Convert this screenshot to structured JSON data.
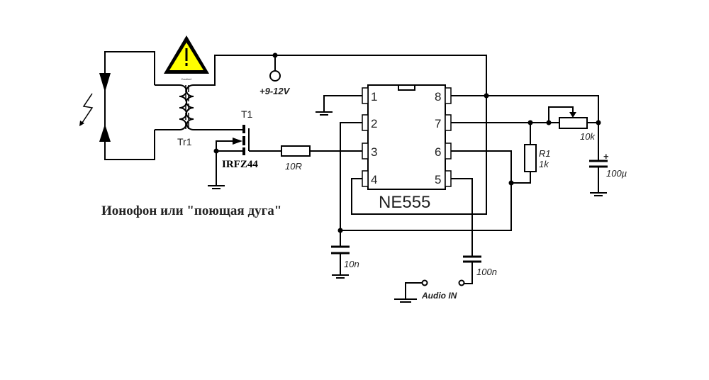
{
  "title": "Ионофон или \"поющая дуга\"",
  "warning": {
    "caption": "Caution!",
    "color": "#ffff00"
  },
  "supply": {
    "label": "+9-12V"
  },
  "transformer": {
    "label": "Tr1"
  },
  "transistor": {
    "ref": "T1",
    "part": "IRFZ44"
  },
  "gate_resistor": {
    "value": "10R"
  },
  "ic": {
    "part": "NE555",
    "pins": [
      "1",
      "2",
      "3",
      "4",
      "5",
      "6",
      "7",
      "8"
    ]
  },
  "r1": {
    "ref": "R1",
    "value": "1k"
  },
  "pot": {
    "value": "10k"
  },
  "c_supply": {
    "value": "100µ",
    "polarity": "+"
  },
  "c_timing": {
    "value": "10n"
  },
  "c_audio": {
    "value": "100n"
  },
  "audio_input": {
    "label": "Audio IN"
  }
}
